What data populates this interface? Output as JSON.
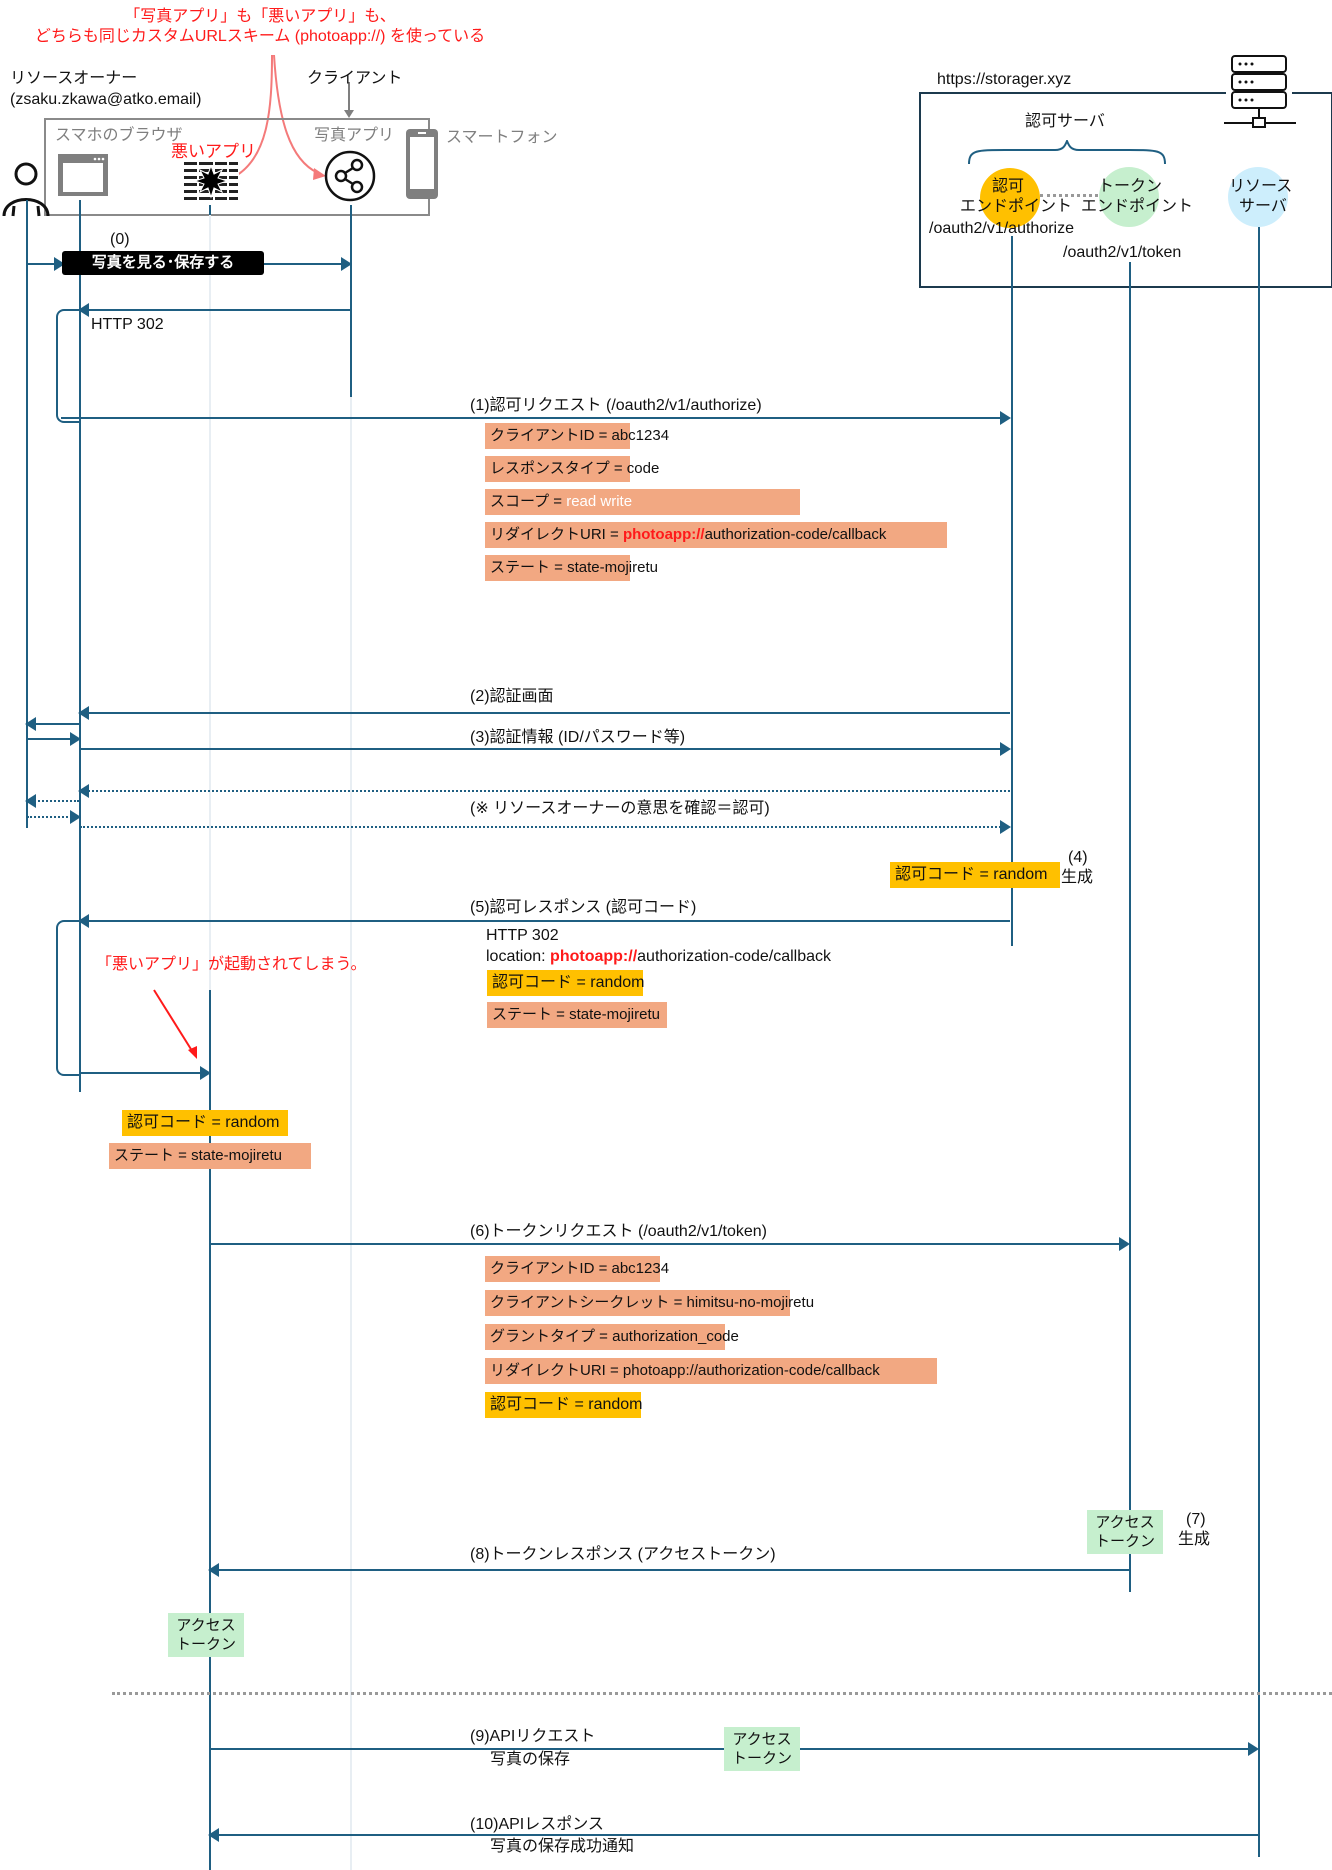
{
  "annotations": {
    "top_line1": "「写真アプリ」も「悪いアプリ」も、",
    "top_line2": "どちらも同じカスタムURLスキーム (photoapp://) を使っている",
    "bad_app_launched": "「悪いアプリ」が起動されてしまう。"
  },
  "actors": {
    "resource_owner": "リソースオーナー",
    "resource_owner_email": "(zsaku.zkawa@atko.email)",
    "client": "クライアント",
    "browser": "スマホのブラウザ",
    "bad_app": "悪いアプリ",
    "photo_app": "写真アプリ",
    "smartphone": "スマートフォン",
    "domain": "https://storager.xyz",
    "auth_server": "認可サーバ",
    "authorize_endpoint_l1": "認可",
    "authorize_endpoint_l2": "エンドポイント",
    "authorize_path": "/oauth2/v1/authorize",
    "token_endpoint_l1": "トークン",
    "token_endpoint_l2": "エンドポイント",
    "token_path": "/oauth2/v1/token",
    "resource_server_l1": "リソース",
    "resource_server_l2": "サーバ"
  },
  "steps": {
    "s0_num": "(0)",
    "s0_label": "写真を見る･保存する",
    "http302": "HTTP 302",
    "s1": "(1)認可リクエスト (/oauth2/v1/authorize)",
    "s1_params": [
      "クライアントID = abc1234",
      "レスポンスタイプ = code",
      "スコープ = ",
      "リダイレクトURI = ",
      "ステート = state-mojiretu"
    ],
    "s1_scope_value": "read write",
    "scheme": "photoapp://",
    "callback_path": "authorization-code/callback",
    "s2": "(2)認証画面",
    "s3": "(3)認証情報 (ID/パスワード等)",
    "consent": "(※ リソースオーナーの意思を確認＝認可)",
    "s4_num": "(4)",
    "generate": "生成",
    "auth_code": "認可コード = random",
    "s5": "(5)認可レスポンス (認可コード)",
    "s5_http": "HTTP 302",
    "s5_location_prefix": "location: ",
    "state": "ステート = state-mojiretu",
    "s6": "(6)トークンリクエスト (/oauth2/v1/token)",
    "s6_params": [
      "クライアントID = abc1234",
      "クライアントシークレット = himitsu-no-mojiretu",
      "グラントタイプ = authorization_code",
      "リダイレクトURI = photoapp://authorization-code/callback"
    ],
    "s7_num": "(7)",
    "access_token_l1": "アクセス",
    "access_token_l2": "トークン",
    "s8": "(8)トークンレスポンス (アクセストークン)",
    "s9": "(9)APIリクエスト",
    "s9_sub": "写真の保存",
    "s10": "(10)APIレスポンス",
    "s10_sub": "写真の保存成功通知"
  },
  "colors": {
    "line": "#1f5f82",
    "param_bg": "#f2a882",
    "code_bg": "#ffc000",
    "token_bg": "#c6efce",
    "alert": "#ff1a1a",
    "authorize_circle": "#ffc000",
    "token_circle": "#c6efce",
    "resource_circle": "#cdeefc"
  }
}
